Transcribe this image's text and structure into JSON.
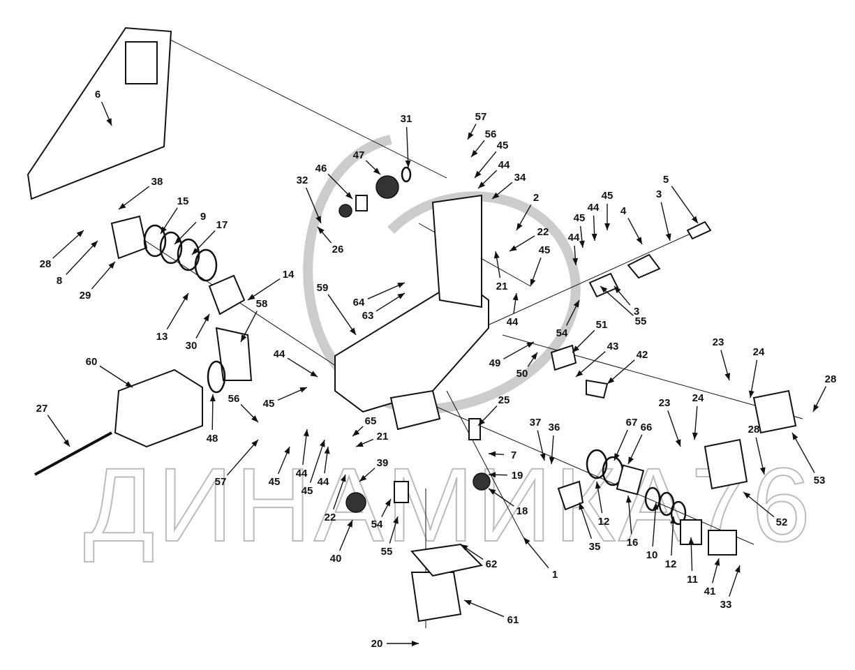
{
  "diagram": {
    "type": "exploded-parts-view",
    "watermark": "ДИНАМИКА76",
    "callouts": [
      "6",
      "38",
      "15",
      "9",
      "17",
      "28",
      "8",
      "29",
      "14",
      "13",
      "30",
      "58",
      "60",
      "27",
      "56",
      "45",
      "44",
      "48",
      "57",
      "45",
      "44",
      "44",
      "45",
      "59",
      "64",
      "63",
      "31",
      "57",
      "56",
      "45",
      "44",
      "34",
      "47",
      "46",
      "32",
      "26",
      "2",
      "22",
      "45",
      "21",
      "44",
      "45",
      "44",
      "45",
      "44",
      "4",
      "3",
      "5",
      "3",
      "55",
      "54",
      "51",
      "43",
      "42",
      "49",
      "50",
      "23",
      "24",
      "28",
      "53",
      "23",
      "24",
      "28",
      "52",
      "67",
      "66",
      "12",
      "16",
      "10",
      "12",
      "11",
      "41",
      "33",
      "35",
      "37",
      "36",
      "25",
      "7",
      "19",
      "18",
      "1",
      "62",
      "61",
      "20",
      "40",
      "22",
      "55",
      "54",
      "39",
      "21",
      "65"
    ]
  }
}
